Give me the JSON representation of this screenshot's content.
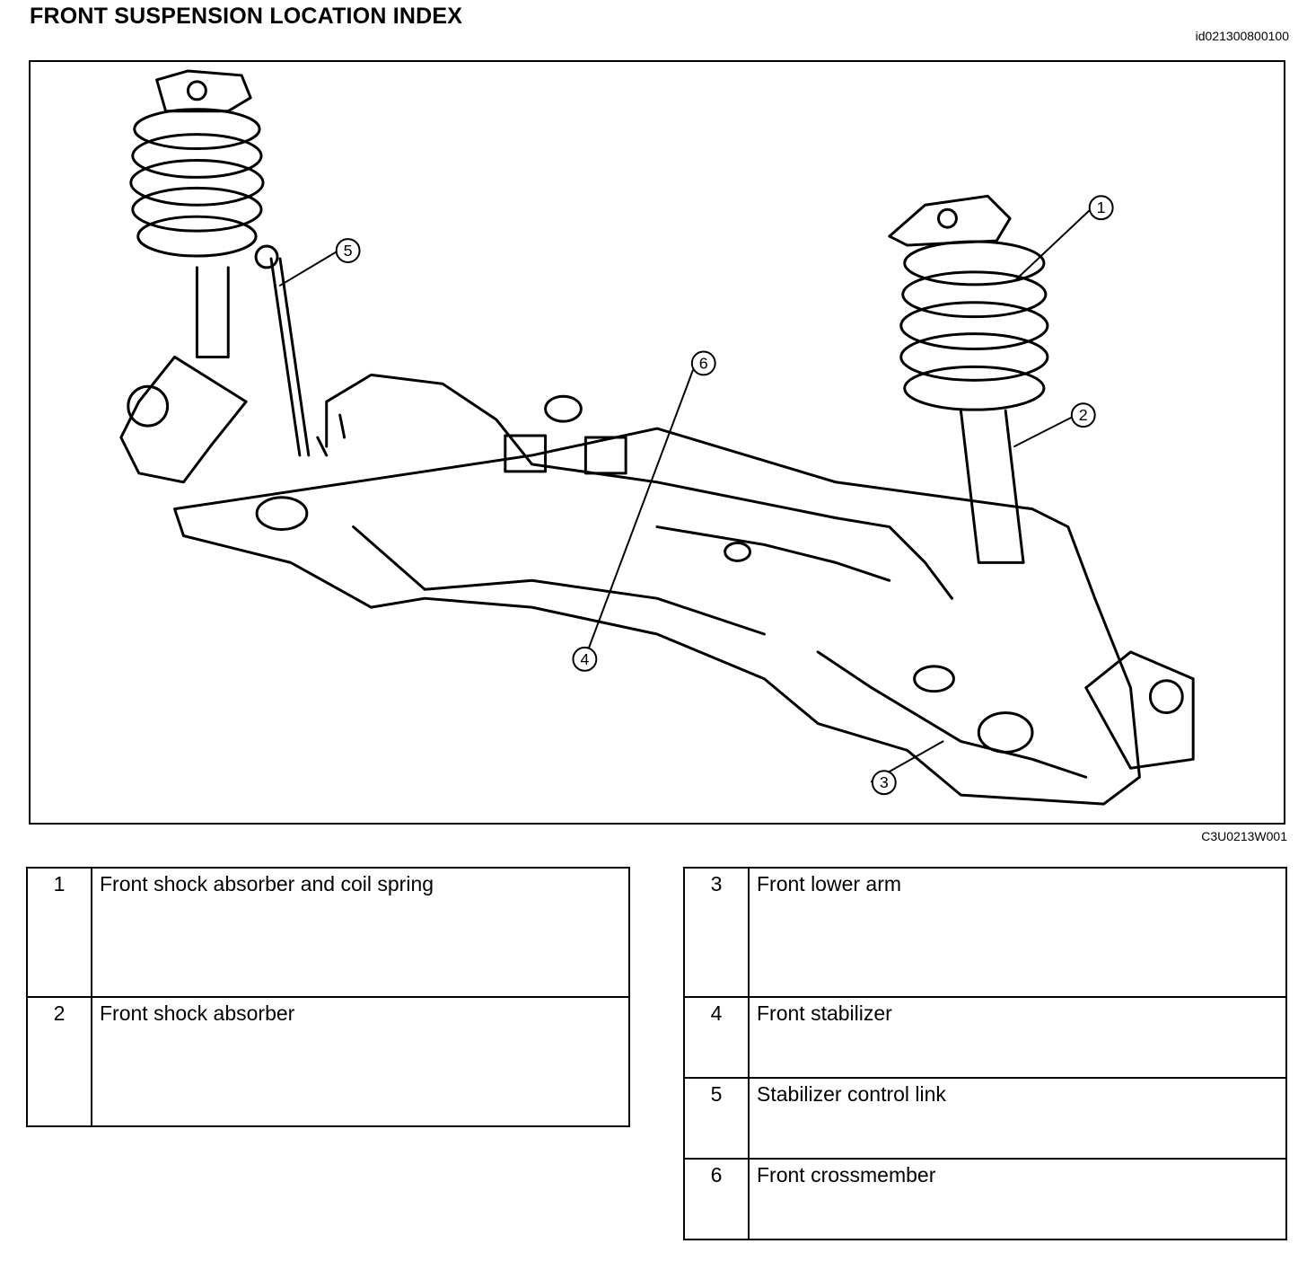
{
  "header": {
    "title": "FRONT SUSPENSION LOCATION INDEX",
    "doc_id": "id021300800100"
  },
  "figure": {
    "code": "C3U0213W001",
    "callouts": [
      "1",
      "2",
      "3",
      "4",
      "5",
      "6"
    ]
  },
  "legend_left": [
    {
      "num": "1",
      "label": "Front shock absorber and coil spring"
    },
    {
      "num": "2",
      "label": "Front shock absorber"
    }
  ],
  "legend_right": [
    {
      "num": "3",
      "label": "Front lower arm"
    },
    {
      "num": "4",
      "label": "Front stabilizer"
    },
    {
      "num": "5",
      "label": "Stabilizer control link"
    },
    {
      "num": "6",
      "label": "Front crossmember"
    }
  ]
}
